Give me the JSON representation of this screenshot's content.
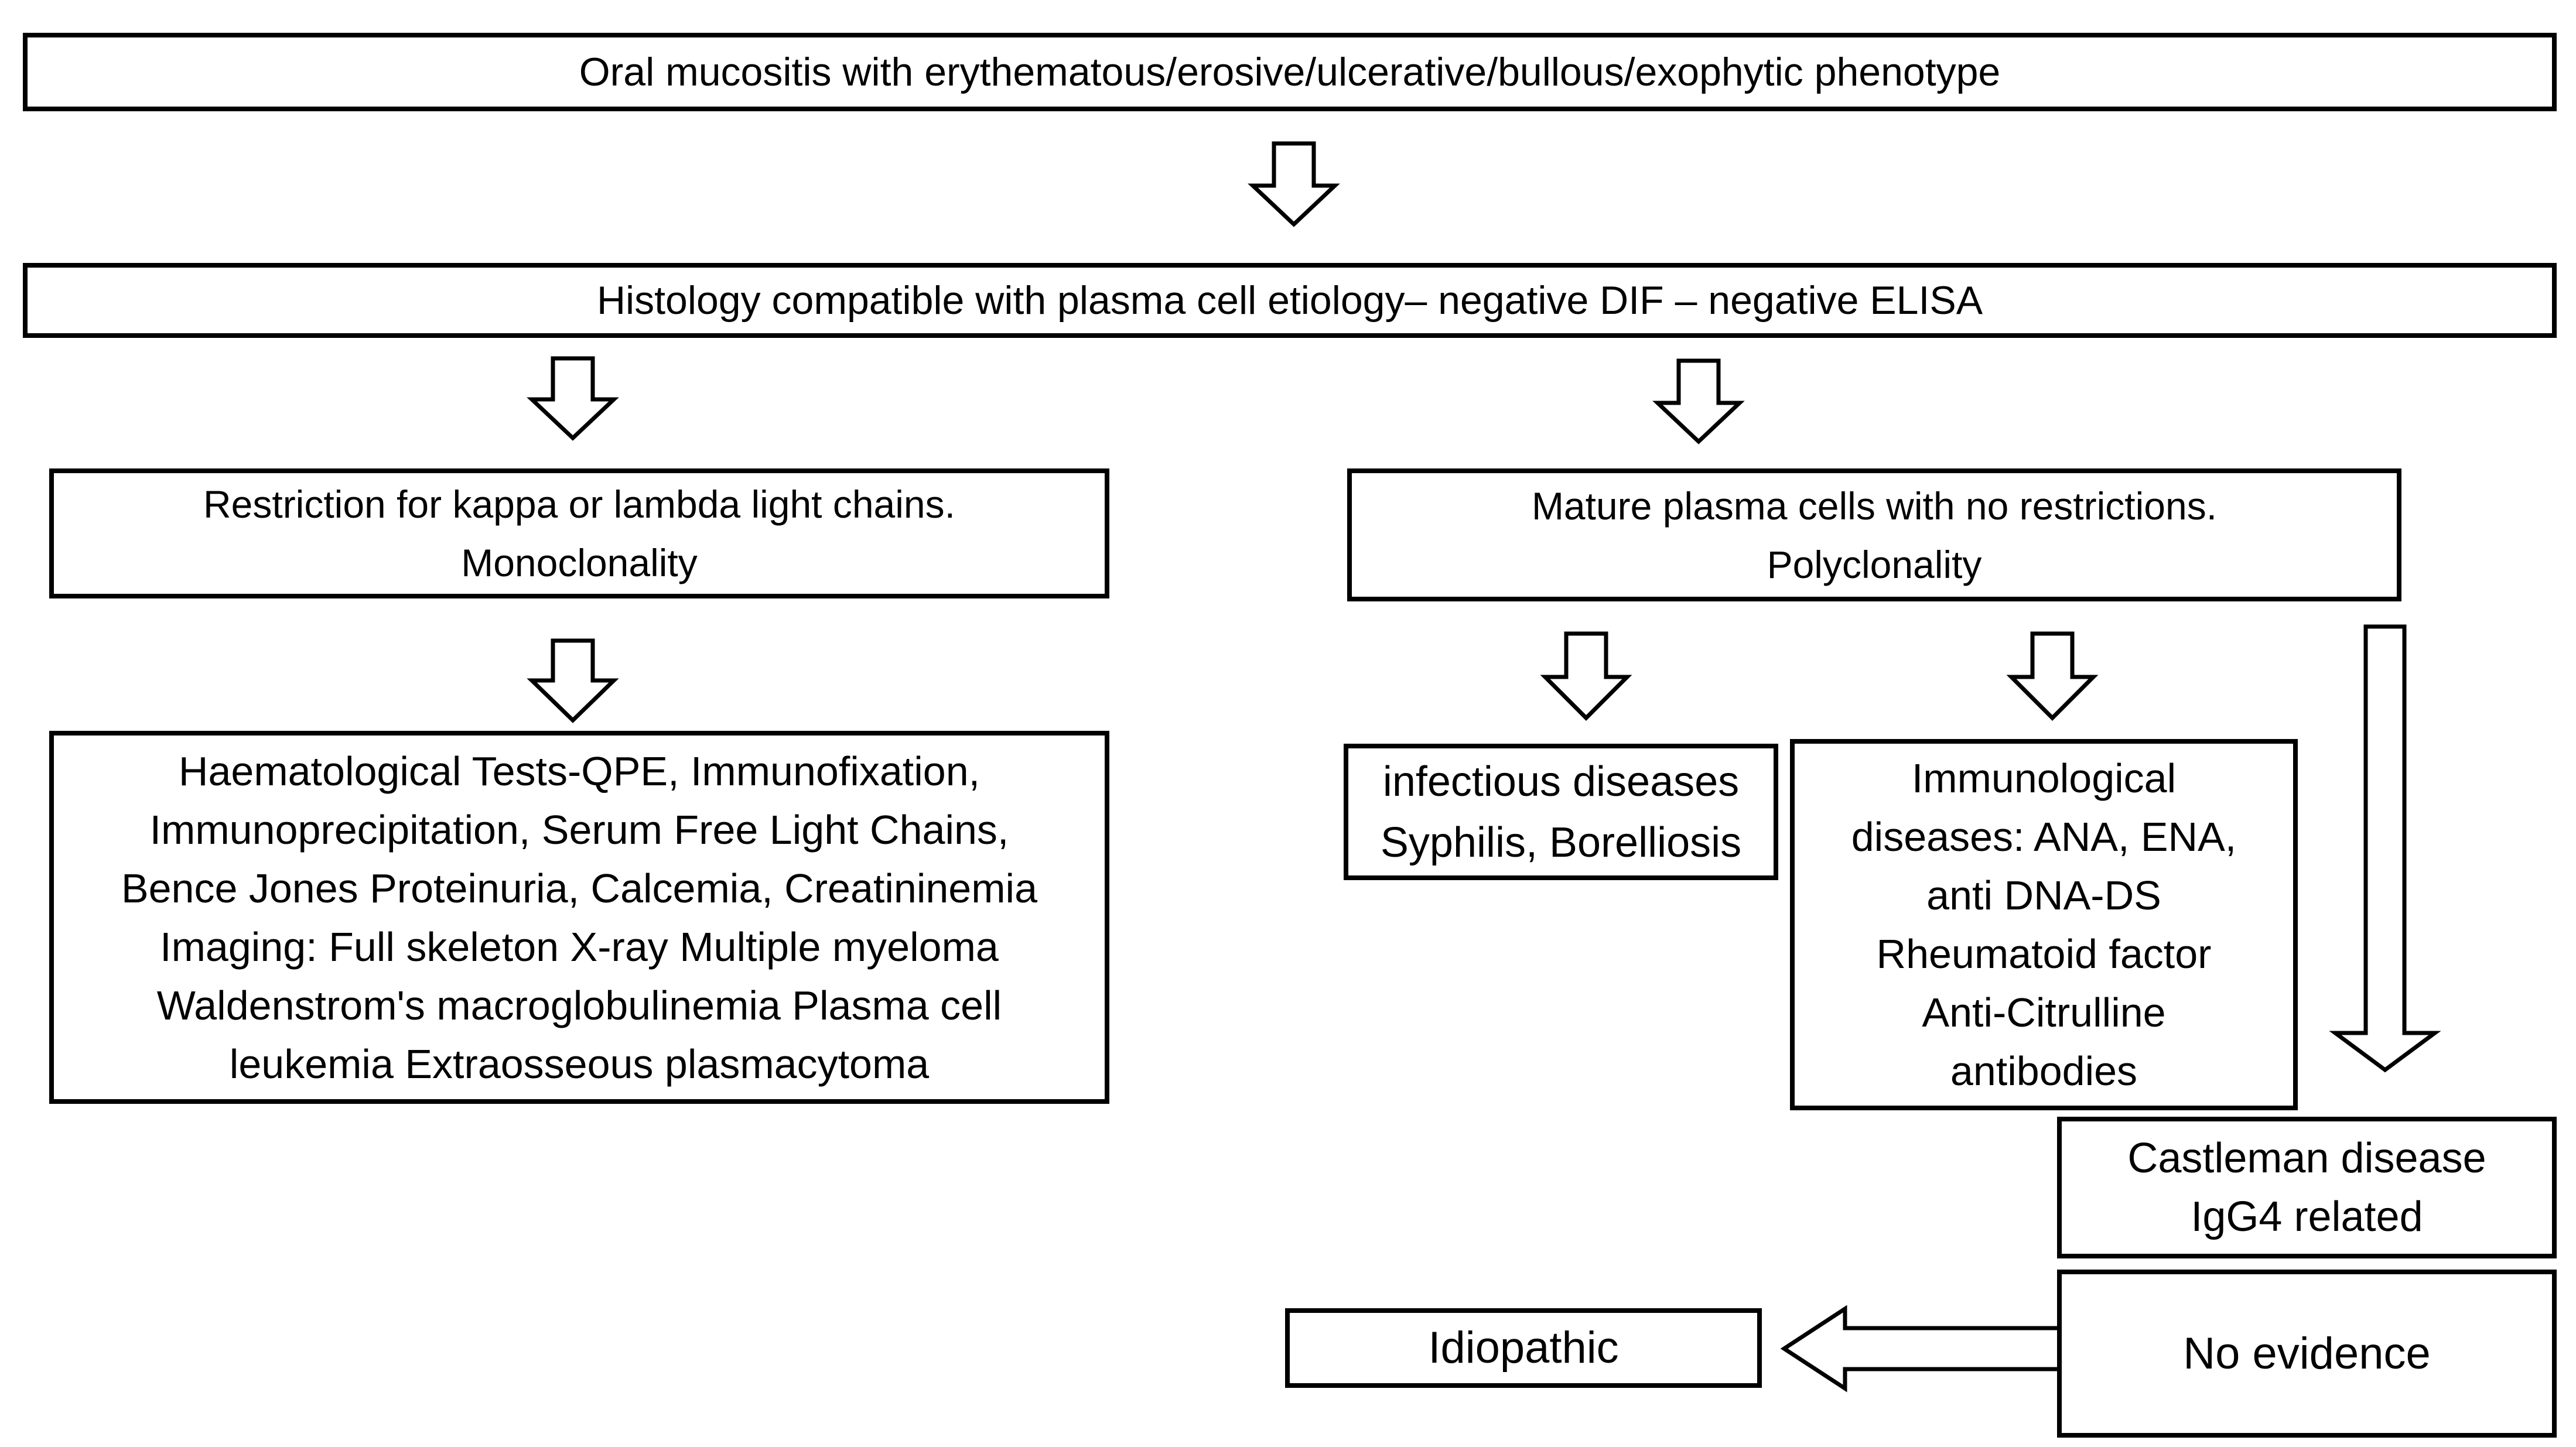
{
  "diagram": {
    "colors": {
      "background": "#ffffff",
      "border": "#000000",
      "text": "#000000"
    },
    "nodes": {
      "phenotype": {
        "text": "Oral mucositis with erythematous/erosive/ulcerative/bullous/exophytic phenotype"
      },
      "histology": {
        "text": "Histology compatible with plasma cell etiology– negative DIF – negative ELISA"
      },
      "restriction": {
        "text": "Restriction for kappa or lambda light chains.\nMonoclonality"
      },
      "mature": {
        "text": "Mature plasma cells with no restrictions.\nPolyclonality"
      },
      "haematological": {
        "text": "Haematological Tests-QPE, Immunofixation,\nImmunoprecipitation, Serum Free Light Chains,\nBence Jones Proteinuria, Calcemia, Creatininemia\nImaging: Full skeleton X-ray Multiple myeloma\nWaldenstrom's macroglobulinemia Plasma cell\nleukemia Extraosseous plasmacytoma"
      },
      "infectious": {
        "text": "infectious diseases\nSyphilis, Borelliosis"
      },
      "immunological": {
        "text": "Immunological\ndiseases: ANA, ENA,\nanti DNA-DS\nRheumatoid factor\nAnti-Citrulline\nantibodies"
      },
      "castleman": {
        "text": "Castleman disease\nIgG4 related"
      },
      "no_evidence": {
        "text": "No evidence"
      },
      "idiopathic": {
        "text": "Idiopathic"
      }
    },
    "connections": [
      {
        "from": "phenotype",
        "to": "histology",
        "type": "down-arrow"
      },
      {
        "from": "histology",
        "to": "restriction",
        "type": "down-arrow"
      },
      {
        "from": "histology",
        "to": "mature",
        "type": "down-arrow"
      },
      {
        "from": "restriction",
        "to": "haematological",
        "type": "down-arrow"
      },
      {
        "from": "mature",
        "to": "infectious",
        "type": "down-arrow"
      },
      {
        "from": "mature",
        "to": "immunological",
        "type": "down-arrow"
      },
      {
        "from": "mature",
        "to": "castleman",
        "type": "long-down-arrow"
      },
      {
        "from": "no_evidence",
        "to": "idiopathic",
        "type": "left-arrow"
      }
    ]
  }
}
